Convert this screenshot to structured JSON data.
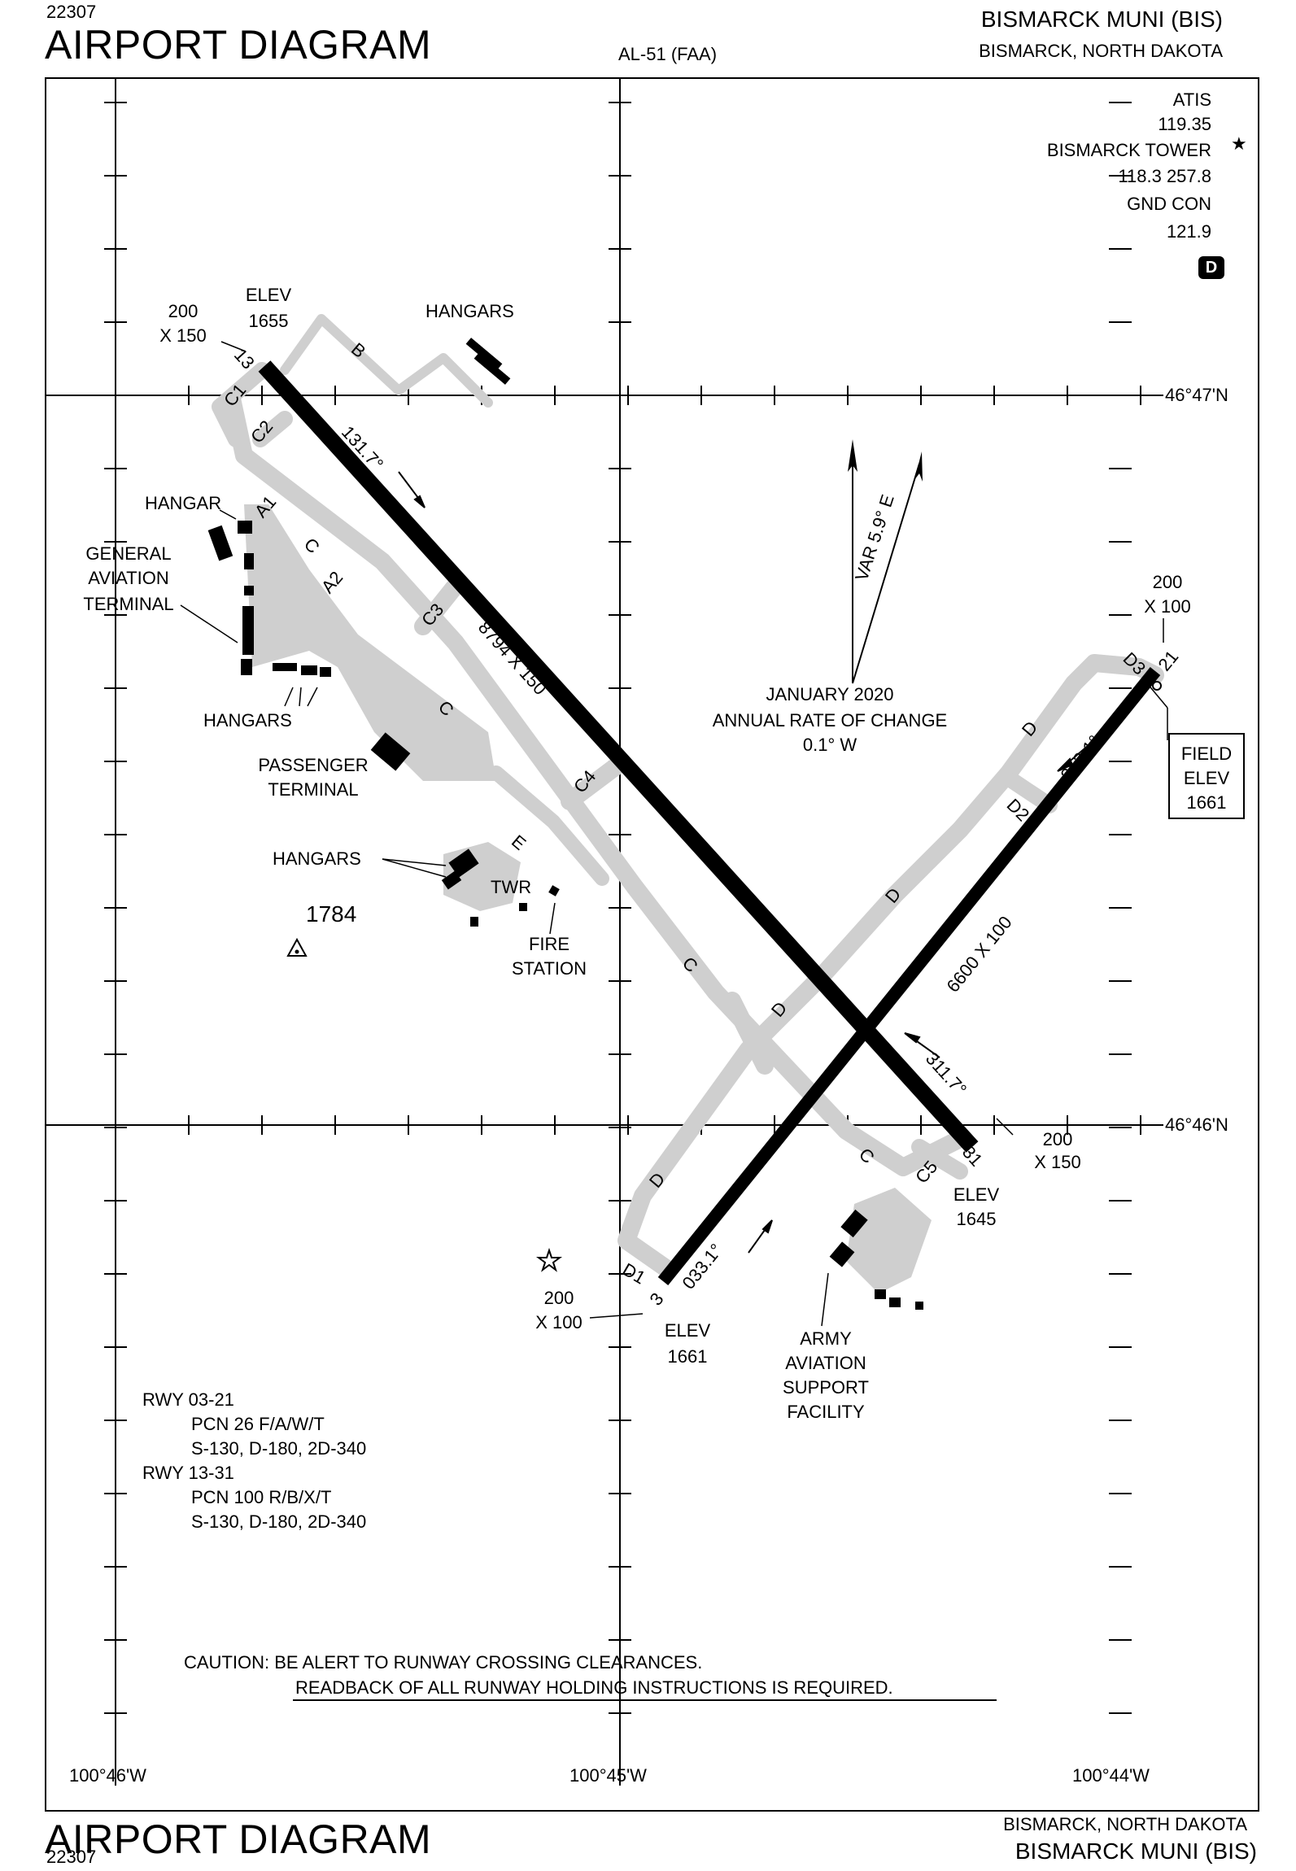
{
  "header": {
    "volume_code": "22307",
    "title": "AIRPORT DIAGRAM",
    "chart_number": "AL-51 (FAA)",
    "airport_name": "BISMARCK MUNI (BIS)",
    "location": "BISMARCK, NORTH DAKOTA"
  },
  "footer": {
    "title": "AIRPORT DIAGRAM",
    "volume_code": "22307",
    "location": "BISMARCK, NORTH DAKOTA",
    "airport_name": "BISMARCK MUNI (BIS)"
  },
  "frequencies": {
    "atis_label": "ATIS",
    "atis_freq": "119.35",
    "tower_label": "BISMARCK TOWER",
    "tower_freq": "118.3 257.8",
    "ground_label": "GND CON",
    "ground_freq": "121.9",
    "badge": "D"
  },
  "coordinates": {
    "lat_north": "46°47'N",
    "lat_south": "46°46'N",
    "lon_west": "100°46'W",
    "lon_mid": "100°45'W",
    "lon_east": "100°44'W"
  },
  "magnetic": {
    "var_label": "VAR 5.9° E",
    "date": "JANUARY 2020",
    "rate_label": "ANNUAL RATE OF CHANGE",
    "rate_value": "0.1° W"
  },
  "runways": {
    "rwy_13_31_dims": "8794 X 150",
    "rwy_03_21_dims": "6600 X 100",
    "hdg_131": "131.7°",
    "hdg_311": "311.7°",
    "hdg_213": "213.1°",
    "hdg_033": "033.1°",
    "end_13": "13",
    "end_31": "31",
    "end_21": "21",
    "end_3": "3"
  },
  "labels": {
    "elev_13_a": "ELEV",
    "elev_13_b": "1655",
    "disp_13_a": "200",
    "disp_13_b": "X 150",
    "disp_21_a": "200",
    "disp_21_b": "X 100",
    "field_elev_a": "FIELD",
    "field_elev_b": "ELEV",
    "field_elev_c": "1661",
    "disp_31_a": "200",
    "disp_31_b": "X 150",
    "elev_31_a": "ELEV",
    "elev_31_b": "1645",
    "disp_3_a": "200",
    "disp_3_b": "X 100",
    "elev_3_a": "ELEV",
    "elev_3_b": "1661",
    "hangars_top": "HANGARS",
    "hangar": "HANGAR",
    "ga_terminal_1": "GENERAL",
    "ga_terminal_2": "AVIATION",
    "ga_terminal_3": "TERMINAL",
    "hangars_mid": "HANGARS",
    "passenger_1": "PASSENGER",
    "passenger_2": "TERMINAL",
    "hangars_low": "HANGARS",
    "twr": "TWR",
    "fire_1": "FIRE",
    "fire_2": "STATION",
    "obstacle": "1784",
    "army_1": "ARMY",
    "army_2": "AVIATION",
    "army_3": "SUPPORT",
    "army_4": "FACILITY"
  },
  "taxiways": {
    "B": "B",
    "C1": "C1",
    "C2": "C2",
    "A1": "A1",
    "A2": "A2",
    "C_1": "C",
    "C3": "C3",
    "C_2": "C",
    "C4": "C4",
    "E": "E",
    "C_3": "C",
    "D_1": "D",
    "D_2": "D",
    "D_3": "D",
    "D2": "D2",
    "D3": "D3",
    "C_4": "C",
    "C5": "C5",
    "D_4": "D",
    "D1": "D1"
  },
  "pcn": {
    "rwy1": "RWY 03-21",
    "rwy1_pcn": "PCN 26 F/A/W/T",
    "rwy1_wt": "S-130, D-180, 2D-340",
    "rwy2": "RWY 13-31",
    "rwy2_pcn": "PCN 100 R/B/X/T",
    "rwy2_wt": "S-130, D-180, 2D-340"
  },
  "caution": {
    "line1": "CAUTION: BE ALERT TO RUNWAY CROSSING CLEARANCES.",
    "line2": "READBACK OF ALL RUNWAY HOLDING INSTRUCTIONS IS REQUIRED."
  }
}
